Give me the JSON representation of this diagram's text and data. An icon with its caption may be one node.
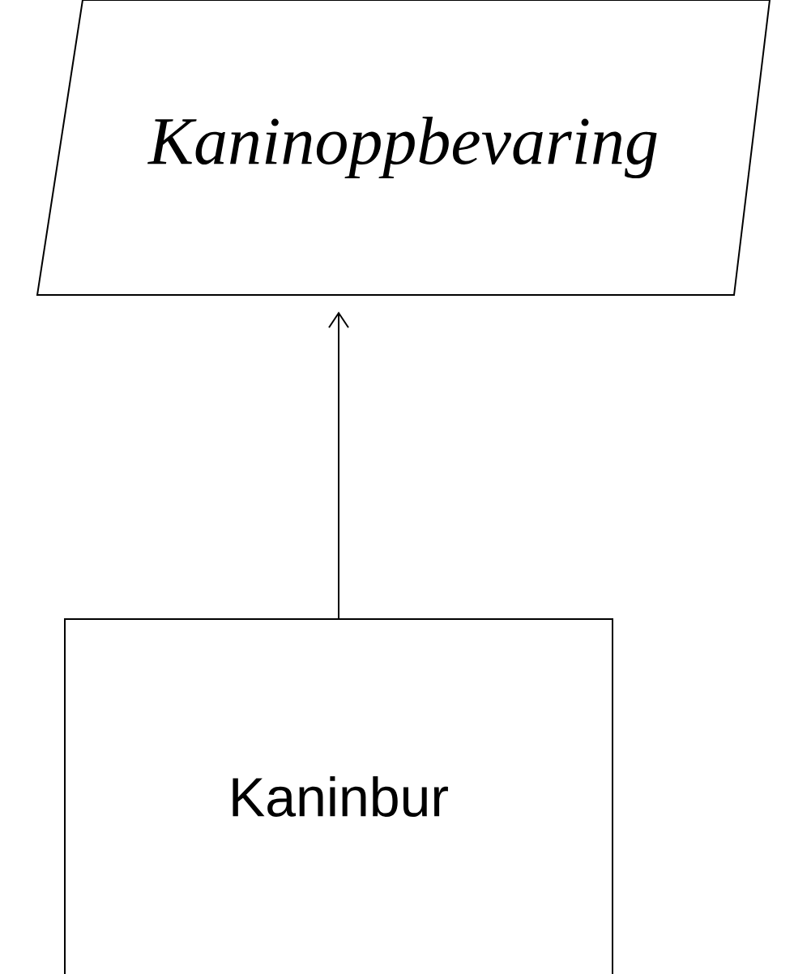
{
  "diagram": {
    "nodes": [
      {
        "text": [
          "Kaninoppbevaring"
        ]
      },
      {
        "text": [
          "Kaninbur"
        ]
      }
    ],
    "edges": [
      {
        "from": 1,
        "to": 0,
        "arrow": "to"
      }
    ]
  }
}
